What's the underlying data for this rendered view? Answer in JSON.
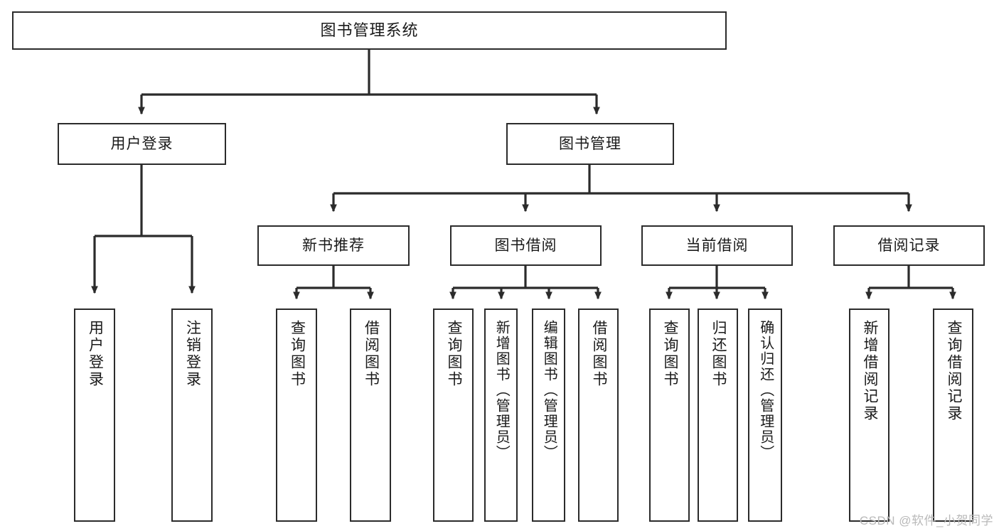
{
  "diagram": {
    "type": "tree",
    "title": "图书管理系统",
    "watermark": "CSDN @软件_小贺同学",
    "colors": {
      "stroke": "#2b2b2b",
      "fill": "#ffffff",
      "text": "#1a1a1a",
      "watermark": "#b9b9b9"
    },
    "levels": {
      "level0": "根节点",
      "level1": "一级模块",
      "level2": "二级模块",
      "level3": "功能项"
    },
    "nodes": {
      "root": {
        "label": "图书管理系统"
      },
      "user_login": {
        "label": "用户登录"
      },
      "book_manage": {
        "label": "图书管理"
      },
      "new_book_rec": {
        "label": "新书推荐"
      },
      "book_borrow": {
        "label": "图书借阅"
      },
      "current_borrow": {
        "label": "当前借阅"
      },
      "borrow_record": {
        "label": "借阅记录"
      },
      "leaf_user_login": {
        "label": "用户登录"
      },
      "leaf_logout": {
        "label": "注销登录"
      },
      "leaf_query_book_1": {
        "label": "查询图书"
      },
      "leaf_borrow_book_1": {
        "label": "借阅图书"
      },
      "leaf_query_book_2": {
        "label": "查询图书"
      },
      "leaf_add_book": {
        "label": "新增图书（管理员）"
      },
      "leaf_edit_book": {
        "label": "编辑图书（管理员）"
      },
      "leaf_borrow_book_2": {
        "label": "借阅图书"
      },
      "leaf_query_book_3": {
        "label": "查询图书"
      },
      "leaf_return_book": {
        "label": "归还图书"
      },
      "leaf_confirm_return": {
        "label": "确认归还（管理员）"
      },
      "leaf_add_record": {
        "label": "新增借阅记录"
      },
      "leaf_query_record": {
        "label": "查询借阅记录"
      }
    }
  }
}
